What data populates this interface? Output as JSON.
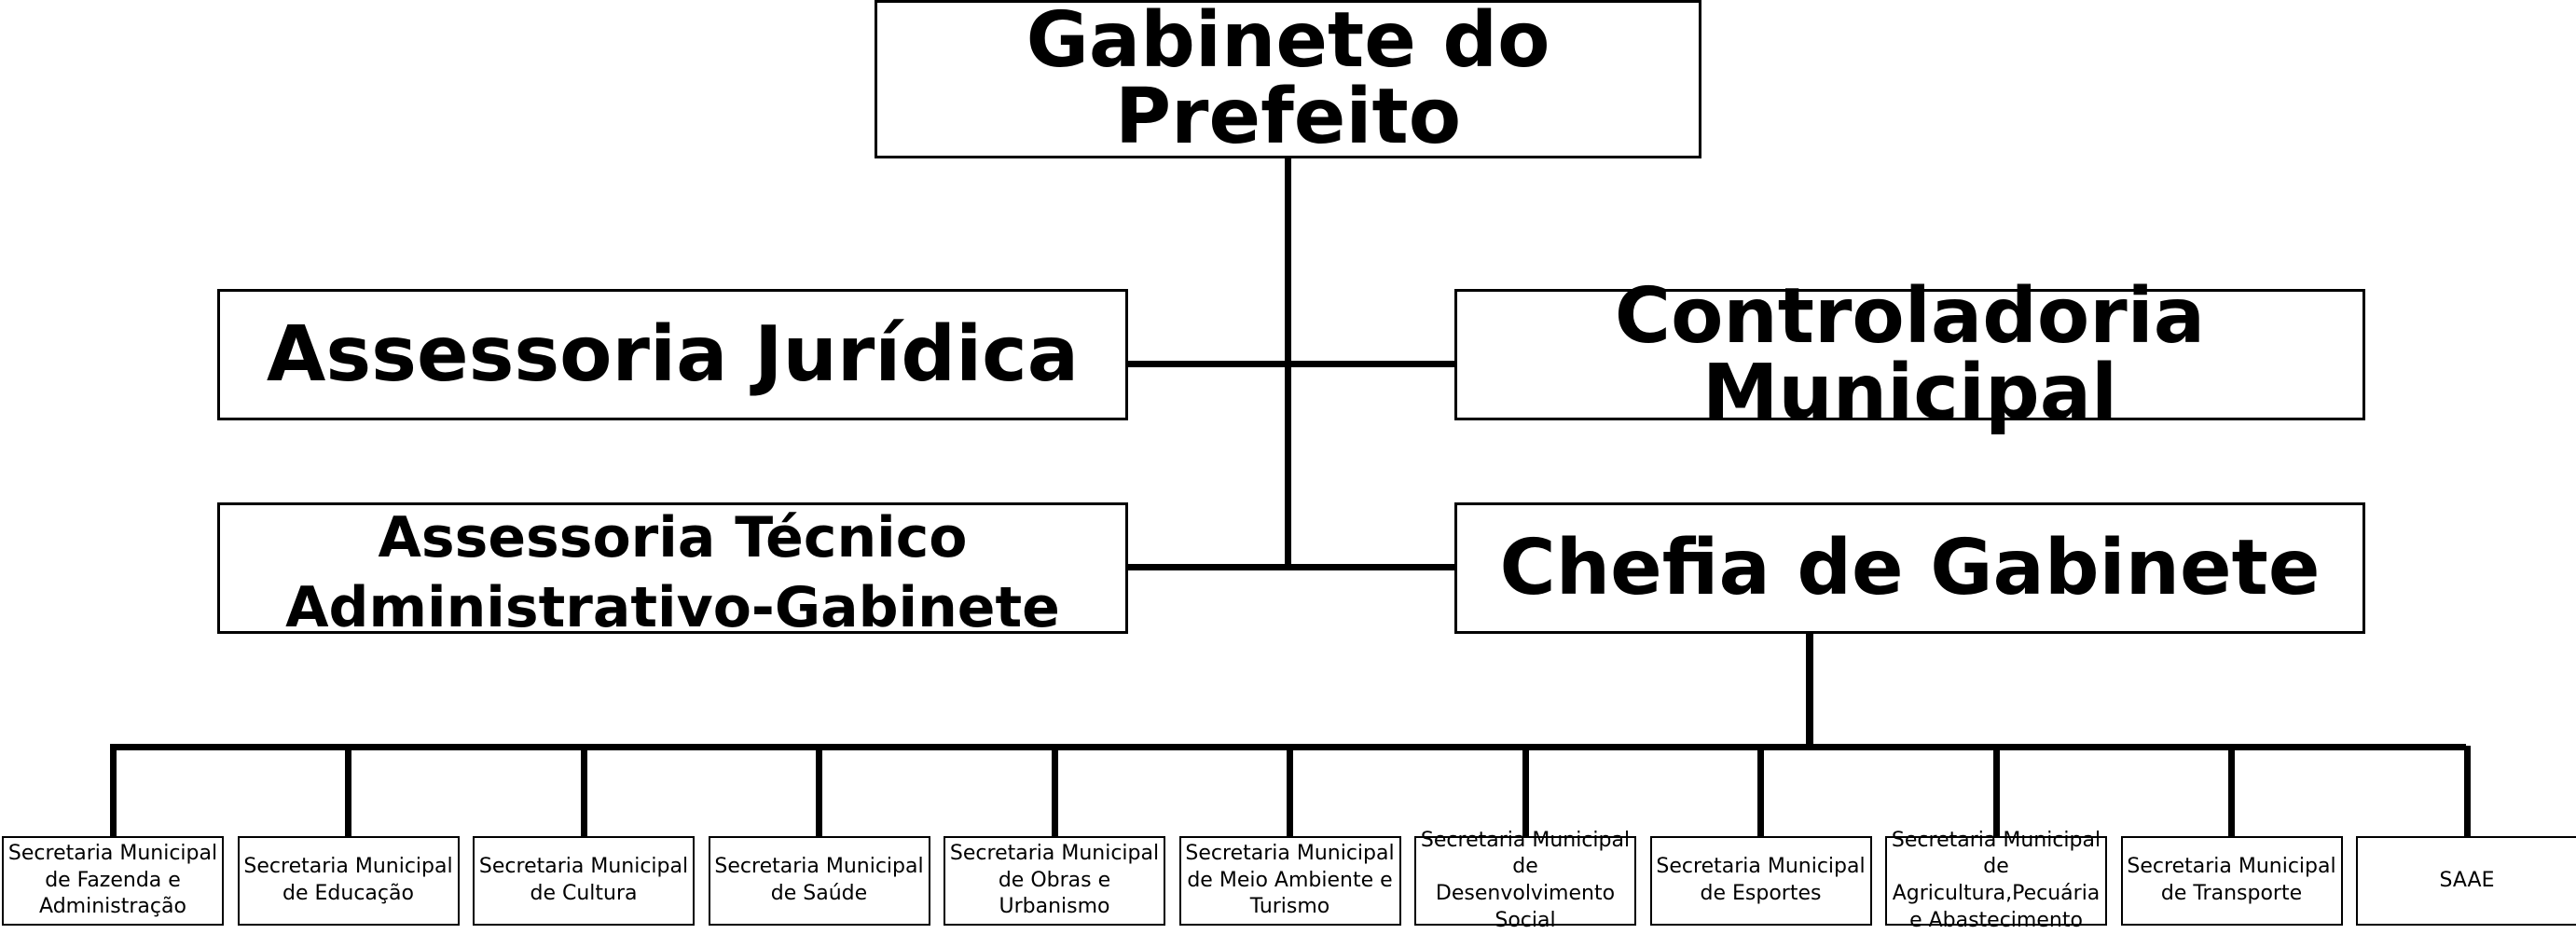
{
  "top": {
    "label": "Gabinete do Prefeito"
  },
  "advisors": {
    "juridica": "Assessoria Jurídica",
    "controladoria": "Controladoria Municipal",
    "tecnico_line1": "Assessoria Técnico",
    "tecnico_line2": "Administrativo-Gabinete",
    "chefia": "Chefia de Gabinete"
  },
  "secretarias": [
    {
      "lines": [
        "Secretaria Municipal",
        "de Fazenda e",
        "Administração"
      ]
    },
    {
      "lines": [
        "Secretaria Municipal",
        "de Educação"
      ]
    },
    {
      "lines": [
        "Secretaria Municipal",
        "de Cultura"
      ]
    },
    {
      "lines": [
        "Secretaria Municipal",
        "de Saúde"
      ]
    },
    {
      "lines": [
        "Secretaria Municipal",
        "de Obras e Urbanismo"
      ]
    },
    {
      "lines": [
        "Secretaria Municipal",
        "de Meio Ambiente e",
        "Turismo"
      ]
    },
    {
      "lines": [
        "Secretaria Municipal",
        "de Desenvolvimento",
        "Social"
      ]
    },
    {
      "lines": [
        "Secretaria Municipal",
        "de Esportes"
      ]
    },
    {
      "lines": [
        "Secretaria Municipal de",
        "Agricultura,Pecuária",
        "e Abastecimento"
      ]
    },
    {
      "lines": [
        "Secretaria Municipal",
        "de Transporte"
      ]
    },
    {
      "lines": [
        "SAAE"
      ]
    }
  ]
}
